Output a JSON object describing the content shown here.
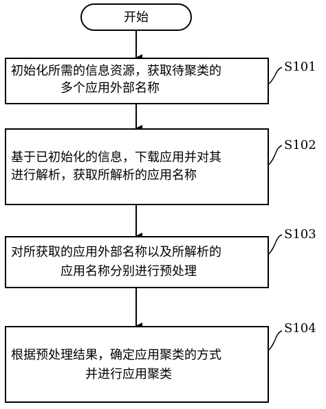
{
  "start": {
    "label": "开始"
  },
  "steps": [
    {
      "id": "S101",
      "lines": [
        "初始化所需的信息资源，获取待聚类的",
        "多个应用外部名称"
      ]
    },
    {
      "id": "S102",
      "lines": [
        "基于已初始化的信息，下载应用并对其",
        "进行解析，获取所解析的应用名称"
      ]
    },
    {
      "id": "S103",
      "lines": [
        "对所获取的应用外部名称以及所解析的",
        "应用名称分别进行预处理"
      ]
    },
    {
      "id": "S104",
      "lines": [
        "根据预处理结果，确定应用聚类的方式",
        "并进行应用聚类"
      ]
    }
  ]
}
